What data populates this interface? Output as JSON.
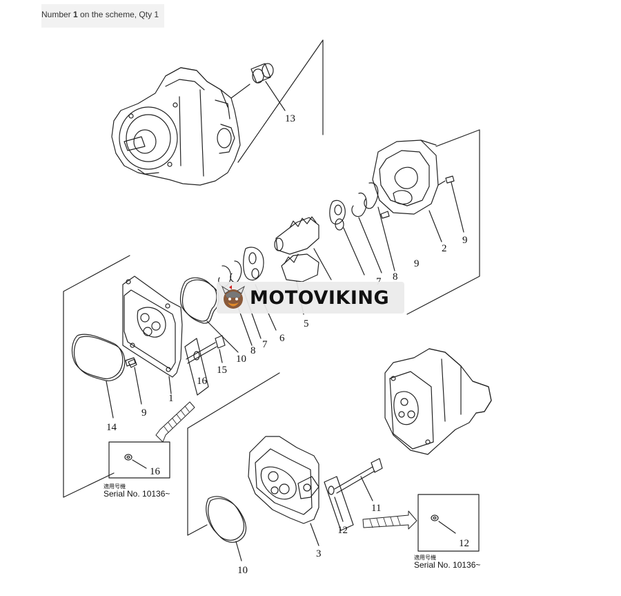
{
  "caption": {
    "prefix": "Number ",
    "number": "1",
    "suffix": " on the scheme, Qty 1"
  },
  "callouts": {
    "c1": "1",
    "c2": "2",
    "c3": "3",
    "c5": "5",
    "c6": "6",
    "c7a": "7",
    "c7b": "7",
    "c8a": "8",
    "c8b": "8",
    "c9a": "9",
    "c9b": "9",
    "c9c": "9",
    "c10a": "10",
    "c10b": "10",
    "c11": "11",
    "c12a": "12",
    "c12b": "12",
    "c13": "13",
    "c14": "14",
    "c15": "15",
    "c16a": "16",
    "c16b": "16"
  },
  "serial_notes": {
    "left": {
      "jp": "適用号機",
      "text": "Serial No. 10136~"
    },
    "right": {
      "jp": "適用号機",
      "text": "Serial No. 10136~"
    }
  },
  "watermark": {
    "text": "MOTOVIKING",
    "logo": "viking-logo-icon"
  }
}
